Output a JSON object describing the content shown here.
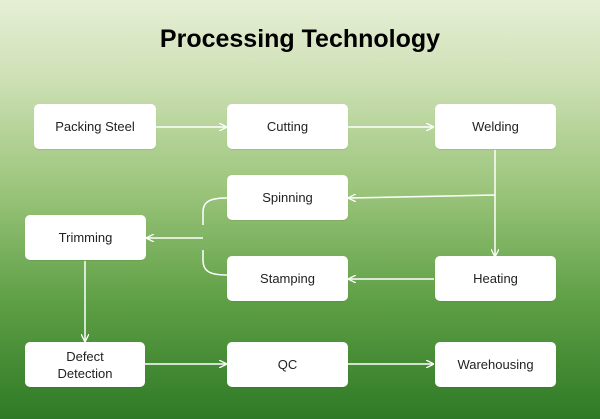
{
  "title": "Processing Technology",
  "colors": {
    "arrow": "#ffffff",
    "box": "#ffffff",
    "gradient_top": "#e6efd6",
    "gradient_bottom": "#2f7a26"
  },
  "nodes": {
    "packing_steel": "Packing Steel",
    "cutting": "Cutting",
    "welding": "Welding",
    "spinning": "Spinning",
    "trimming": "Trimming",
    "stamping": "Stamping",
    "heating": "Heating",
    "defect_detection_line1": "Defect",
    "defect_detection_line2": "Detection",
    "qc": "QC",
    "warehousing": "Warehousing"
  }
}
